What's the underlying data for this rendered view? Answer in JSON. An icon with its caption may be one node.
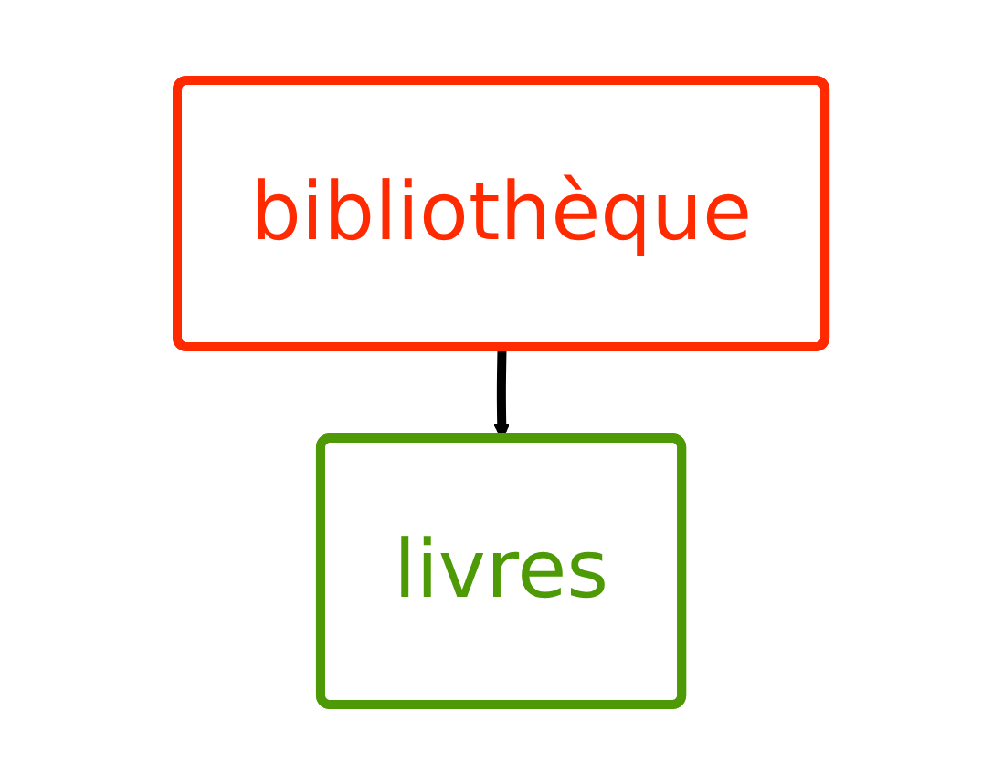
{
  "diagram": {
    "nodes": [
      {
        "text": [
          "bibliothèque"
        ]
      },
      {
        "text": [
          "livres"
        ]
      }
    ],
    "edges": [
      {
        "from": 0,
        "to": 1,
        "arrow": "to"
      }
    ]
  }
}
